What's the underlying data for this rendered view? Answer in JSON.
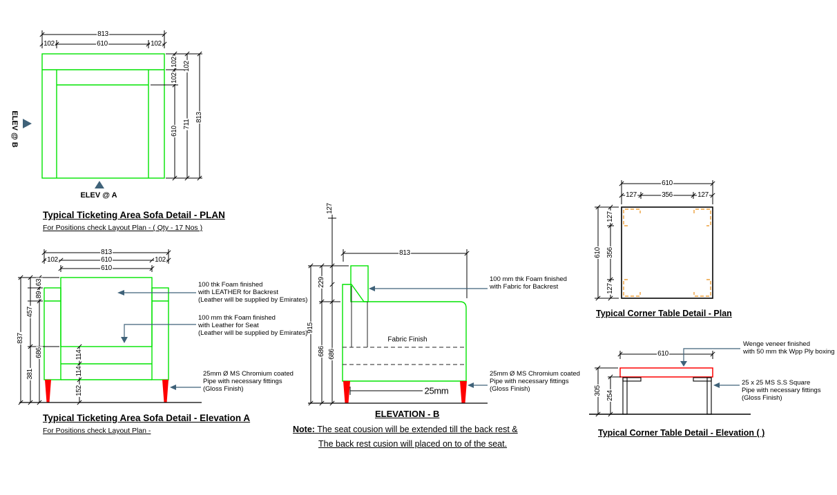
{
  "colors": {
    "green": "#00e400",
    "red": "#fe0000",
    "steel": "#3f6279",
    "orange": "#eda03c",
    "ink": "#000000"
  },
  "sofa_plan": {
    "title": "Typical Ticketing Area Sofa Detail - PLAN",
    "subtitle": "For Positions check Layout Plan - ( Qty - 17 Nos )",
    "marker_a": "ELEV @ A",
    "marker_b": "ELEV @ B",
    "dims": {
      "w_total": "813",
      "w_left": "102",
      "w_mid": "610",
      "w_right": "102",
      "d1_top": "102",
      "d1_mid": "102",
      "d1_bot": "610",
      "d2_top": "102",
      "d2_bot": "711",
      "d3": "813"
    }
  },
  "sofa_elev_a": {
    "title": "Typical Ticketing Area Sofa Detail - Elevation A",
    "subtitle": "For Positions check Layout Plan -",
    "dims": {
      "w_total": "813",
      "w_left": "102",
      "w_mid": "610",
      "w_right": "102",
      "w_back": "610",
      "h_total": "837",
      "h_upper": "457",
      "h_lower": "381",
      "h_63": "63",
      "h_89": "89",
      "h_686": "686",
      "c_114a": "114",
      "c_114b": "114",
      "c_152": "152"
    },
    "ann_backrest": [
      "100 thk Foam finished",
      "with LEATHER for Backrest",
      "(Leather will be supplied by Emirates)"
    ],
    "ann_seat": [
      "100 mm thk Foam finished",
      "with Leather for Seat",
      "(Leather will be supplied by Emirates)"
    ],
    "ann_leg": [
      "25mm Ø MS Chromium coated",
      "Pipe with necessary fittings",
      "(Gloss Finish)"
    ]
  },
  "elev_b": {
    "title": "ELEVATION - B",
    "fabric_label": "Fabric Finish",
    "dims": {
      "w_total": "813",
      "t_127": "127",
      "h_915": "915",
      "h_229": "229",
      "h_686a": "686",
      "h_686b": "686",
      "leg_25": "25mm"
    },
    "ann_backrest": [
      "100 mm thk Foam finished",
      "with Fabric for Backrest"
    ],
    "ann_leg": [
      "25mm Ø MS Chromium coated",
      "Pipe with necessary fittings",
      "(Gloss Finish)"
    ],
    "note_label": "Note:",
    "note_line1": " The seat cousion will be extended till the back rest &",
    "note_line2": "The back rest cusion will placed on to of the seat."
  },
  "corner_plan": {
    "title": "Typical Corner Table Detail - Plan",
    "dims": {
      "w_total": "610",
      "w_left": "127",
      "w_mid": "356",
      "w_right": "127",
      "d_total": "610",
      "d_top": "127",
      "d_mid": "356",
      "d_bot": "127"
    }
  },
  "corner_elev": {
    "title": "Typical Corner Table Detail - Elevation ( )",
    "dims": {
      "w_total": "610",
      "h_total": "305",
      "h_leg": "254"
    },
    "ann_top": [
      "Wenge veneer finished",
      "with 50 mm thk Wpp Ply boxing"
    ],
    "ann_leg": [
      "25 x 25 MS S.S Square",
      "Pipe with necessary fittings",
      "(Gloss Finish)"
    ]
  }
}
